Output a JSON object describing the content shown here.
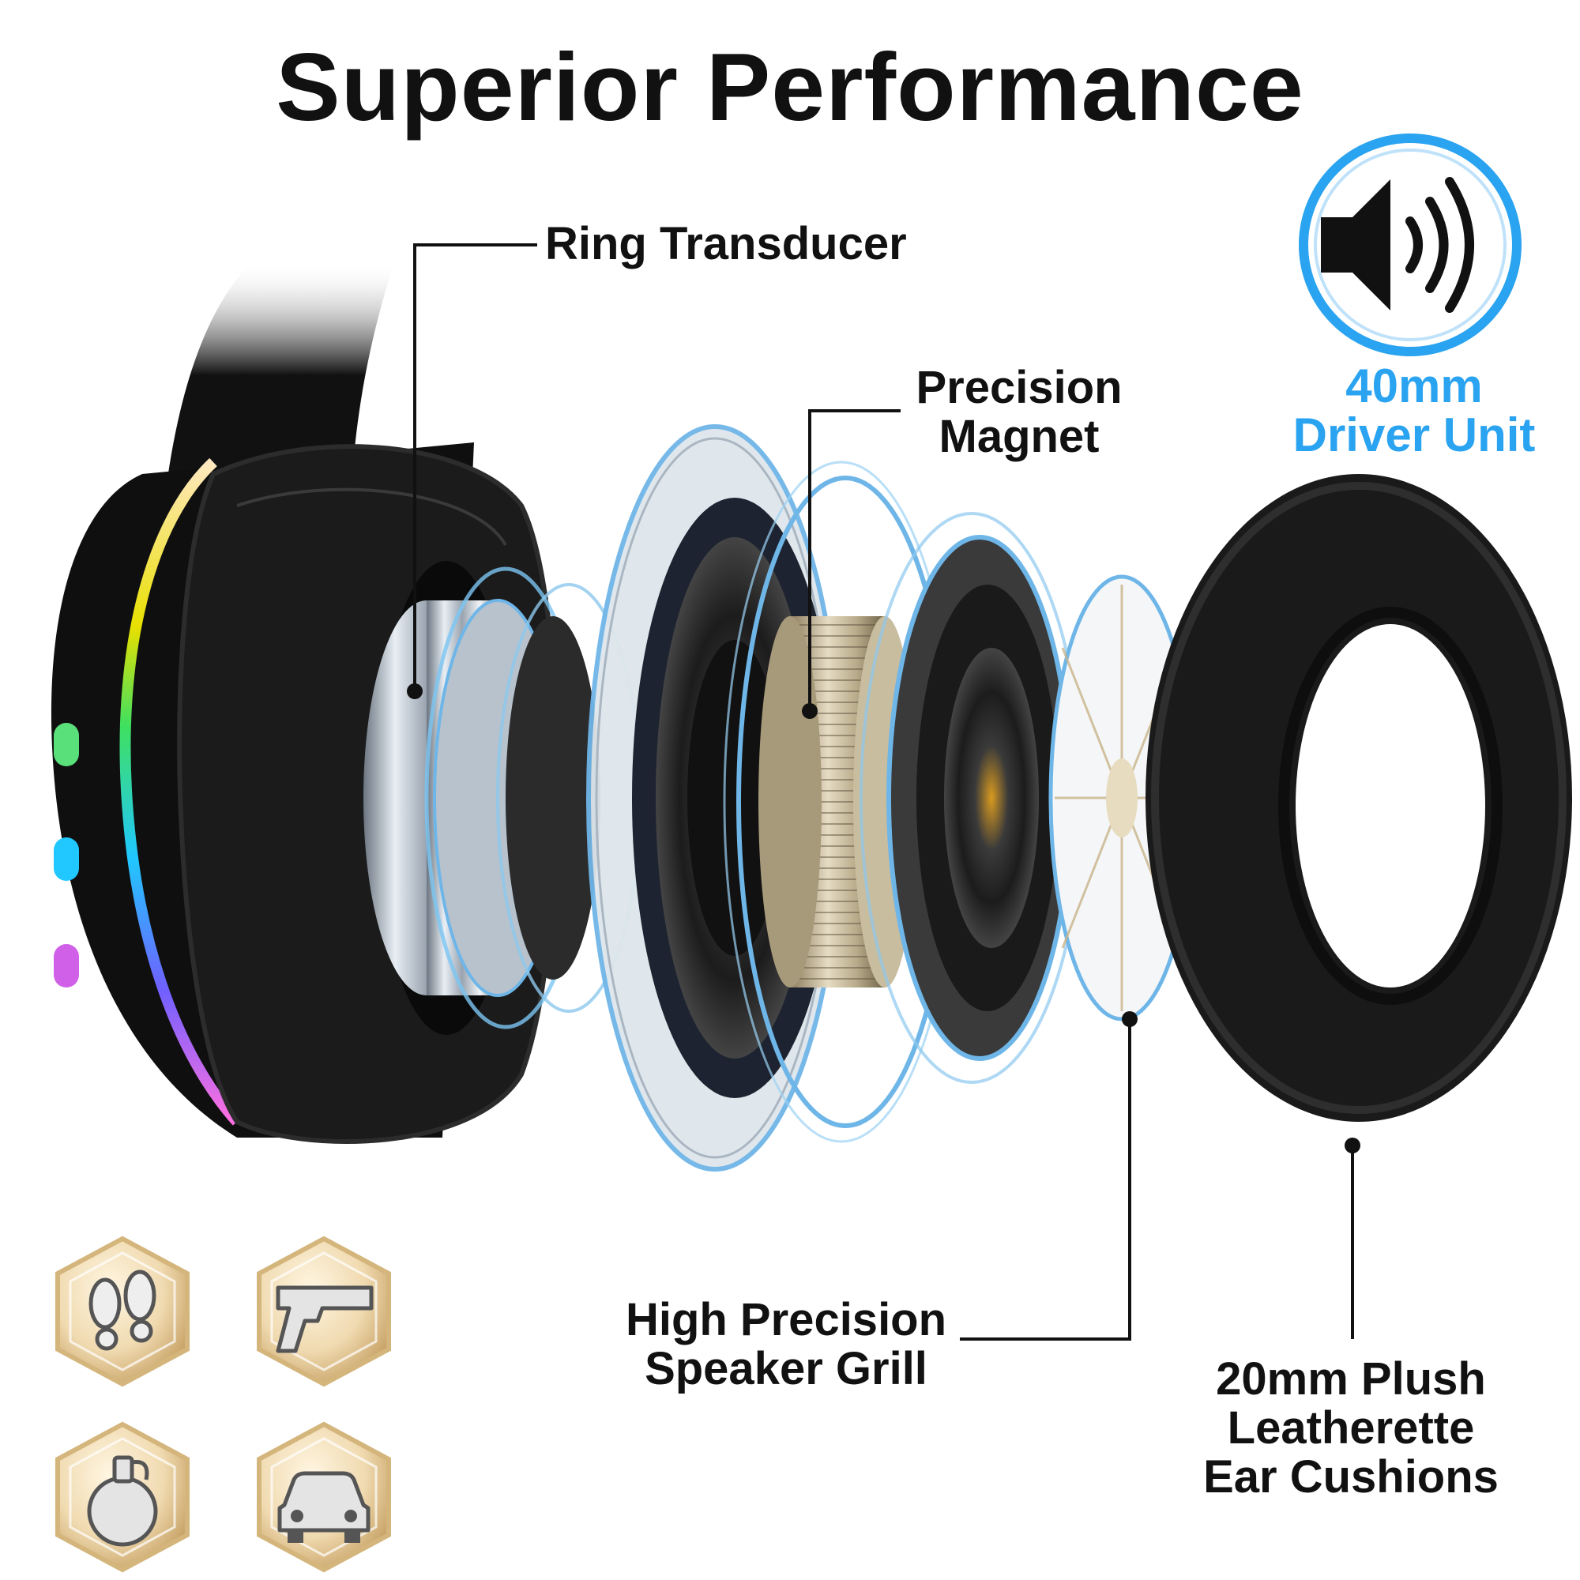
{
  "title": "Superior Performance",
  "labels": {
    "ring_transducer": "Ring Transducer",
    "precision_magnet": [
      "Precision",
      "Magnet"
    ],
    "driver_unit": [
      "40mm",
      "Driver Unit"
    ],
    "speaker_grill": [
      "High Precision",
      "Speaker Grill"
    ],
    "ear_cushions": [
      "20mm Plush",
      "Leatherette",
      "Ear Cushions"
    ]
  },
  "badges": [
    "footsteps-icon",
    "gun-icon",
    "grenade-icon",
    "car-icon"
  ],
  "colors": {
    "accent_blue": "#2aa3f0",
    "badge_gold": "#d9b77a",
    "text": "#111111"
  }
}
